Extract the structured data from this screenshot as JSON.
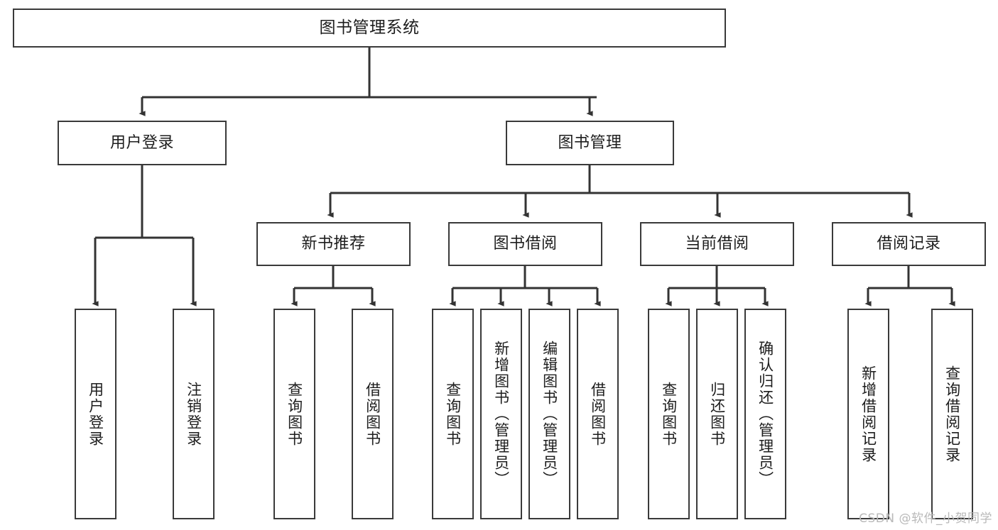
{
  "diagram": {
    "title": "图书管理系统",
    "watermark": "CSDN @软件_小贺同学",
    "colors": {
      "box_border": "#3a3a3a",
      "box_fill": "#ffffff",
      "connector": "#333333",
      "text": "#1d1d1d",
      "watermark": "#b9b9b9"
    },
    "levels": {
      "root": {
        "label": "图书管理系统"
      },
      "level2": [
        {
          "label": "用户登录"
        },
        {
          "label": "图书管理"
        }
      ],
      "level3": [
        {
          "label": "新书推荐"
        },
        {
          "label": "图书借阅"
        },
        {
          "label": "当前借阅"
        },
        {
          "label": "借阅记录"
        }
      ],
      "leaves": {
        "user_login": [
          {
            "label": "用户登录"
          },
          {
            "label": "注销登录"
          }
        ],
        "new_book_recommend": [
          {
            "label": "查询图书"
          },
          {
            "label": "借阅图书"
          }
        ],
        "book_borrow": [
          {
            "label": "查询图书"
          },
          {
            "label": "新增图书（管理员）"
          },
          {
            "label": "编辑图书（管理员）"
          },
          {
            "label": "借阅图书"
          }
        ],
        "current_borrow": [
          {
            "label": "查询图书"
          },
          {
            "label": "归还图书"
          },
          {
            "label": "确认归还（管理员）"
          }
        ],
        "borrow_record": [
          {
            "label": "新增借阅记录"
          },
          {
            "label": "查询借阅记录"
          }
        ]
      }
    }
  }
}
